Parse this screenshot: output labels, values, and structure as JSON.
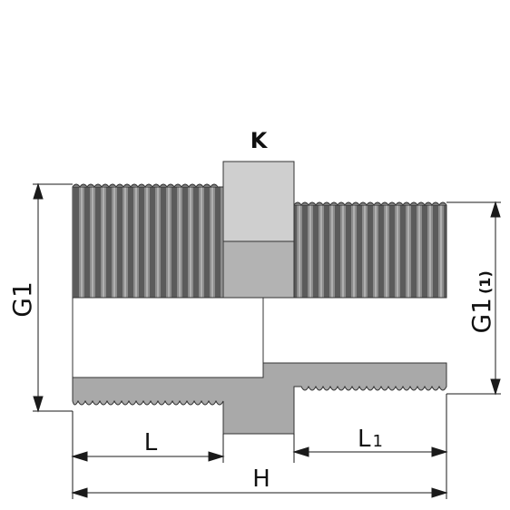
{
  "labels": {
    "k": "K",
    "g1_left": "G1",
    "g1_right": "G1",
    "g1_right_sub": "(1)",
    "l": "L",
    "l1": "L",
    "l1_sub": "1",
    "h": "H"
  },
  "colors": {
    "thread_dark": "#5b5b5b",
    "thread_crest": "#8d8d8d",
    "hex_light": "#cfcfcf",
    "hex_mid": "#b3b3b3",
    "section": "#a9a9a9",
    "line": "#1a1a1a",
    "background": "#ffffff"
  }
}
